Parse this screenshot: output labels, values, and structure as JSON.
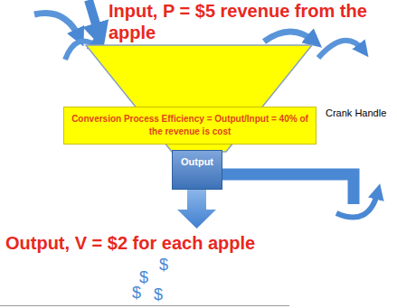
{
  "diagram": {
    "nodes": [
      {
        "text": [
          "Conversion Process Efficiency = Output/Input = 40% of the revenue is cost"
        ]
      },
      {
        "text": [
          "Output"
        ]
      }
    ],
    "labels": [
      "Input, P = $5 revenue from the apple",
      "Crank Handle",
      "Output, V = $2 for each apple",
      "$",
      "$",
      "$",
      "$"
    ]
  }
}
